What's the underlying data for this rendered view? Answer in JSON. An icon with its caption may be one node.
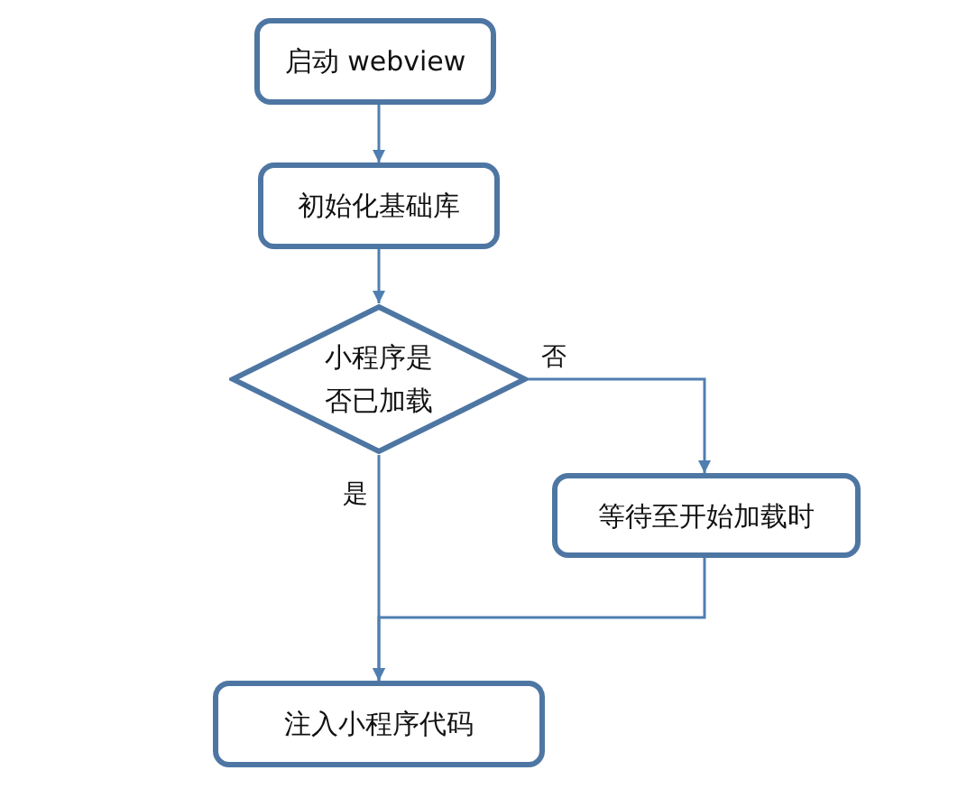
{
  "diagram": {
    "nodes": [
      {
        "text": [
          "启动 webview"
        ]
      },
      {
        "text": [
          "初始化基础库"
        ]
      },
      {
        "text": [
          "小程序是否已加载"
        ]
      },
      {
        "text": [
          "等待至开始加载时"
        ]
      },
      {
        "text": [
          "注入小程序代码"
        ]
      }
    ],
    "edges": [
      {
        "from": 0,
        "to": 1,
        "arrow": "to"
      },
      {
        "from": 1,
        "to": 2,
        "arrow": "to"
      },
      {
        "from": 2,
        "to": 3,
        "arrow": "to",
        "label": "否"
      },
      {
        "from": 2,
        "to": 4,
        "arrow": "to",
        "label": "是"
      },
      {
        "from": 3,
        "to": 4,
        "arrow": "to"
      }
    ]
  }
}
